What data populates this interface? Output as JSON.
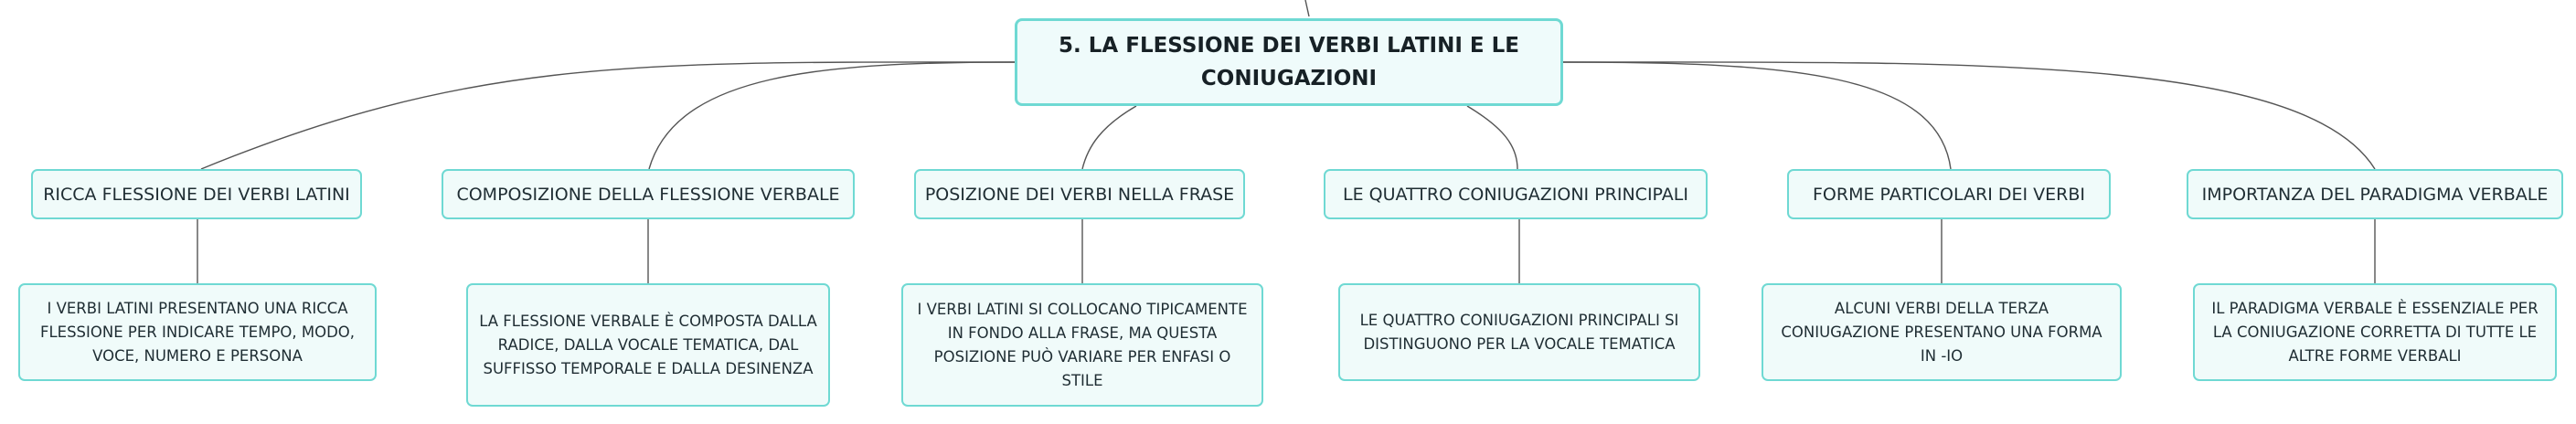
{
  "root": {
    "title": "5. LA FLESSIONE DEI VERBI LATINI E LE CONIUGAZIONI"
  },
  "branches": [
    {
      "label": "RICCA FLESSIONE DEI VERBI LATINI",
      "detail": "I VERBI LATINI PRESENTANO UNA RICCA FLESSIONE PER INDICARE TEMPO, MODO, VOCE, NUMERO E PERSONA"
    },
    {
      "label": "COMPOSIZIONE DELLA FLESSIONE VERBALE",
      "detail": "LA FLESSIONE VERBALE È COMPOSTA DALLA RADICE, DALLA VOCALE TEMATICA, DAL SUFFISSO TEMPORALE E DALLA DESINENZA"
    },
    {
      "label": "POSIZIONE DEI VERBI NELLA FRASE",
      "detail": "I VERBI LATINI SI COLLOCANO TIPICAMENTE IN FONDO ALLA FRASE, MA QUESTA POSIZIONE PUÒ VARIARE PER ENFASI O STILE"
    },
    {
      "label": "LE QUATTRO CONIUGAZIONI PRINCIPALI",
      "detail": "LE QUATTRO CONIUGAZIONI PRINCIPALI SI DISTINGUONO PER LA VOCALE TEMATICA"
    },
    {
      "label": "FORME PARTICOLARI DEI VERBI",
      "detail": "ALCUNI VERBI DELLA TERZA CONIUGAZIONE PRESENTANO UNA FORMA IN -IO"
    },
    {
      "label": "IMPORTANZA DEL PARADIGMA VERBALE",
      "detail": "IL PARADIGMA VERBALE È ESSENZIALE PER LA CONIUGAZIONE CORRETTA DI TUTTE LE ALTRE FORME VERBALI"
    }
  ],
  "colors": {
    "node_border": "#6fd9d3",
    "node_fill": "#f0fbfa",
    "connector": "#555555"
  }
}
